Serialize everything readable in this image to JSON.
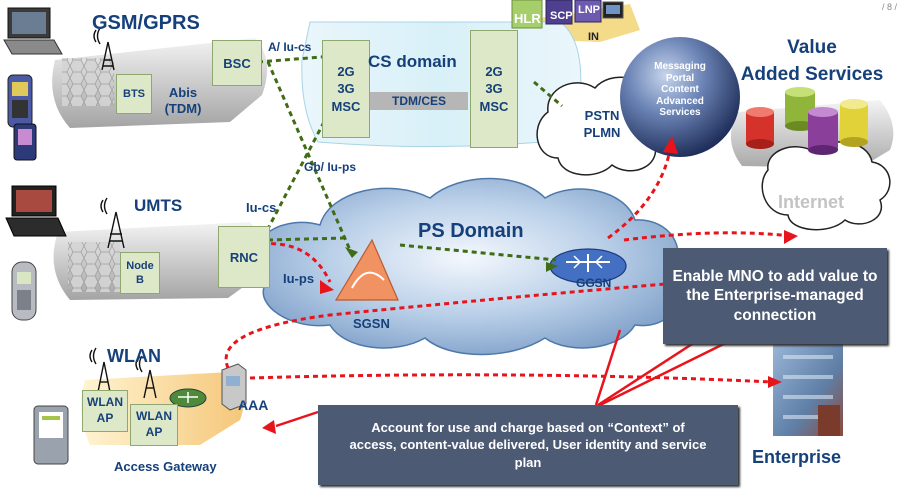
{
  "corner_text": "/ 8 /",
  "access": {
    "gsm": {
      "title": "GSM/GPRS",
      "bts": "BTS",
      "abis": "Abis\n(TDM)",
      "bsc": "BSC"
    },
    "umts": {
      "title": "UMTS",
      "nodeb": "Node\nB",
      "rnc": "RNC"
    },
    "wlan": {
      "title": "WLAN",
      "ap1": "WLAN\nAP",
      "ap2": "WLAN\nAP",
      "aaa": "AAA",
      "gateway": "Access Gateway"
    }
  },
  "interfaces": {
    "a_iu_cs": "A/ Iu-cs",
    "gb_iu_ps": "Gb/ Iu-ps",
    "iu_cs": "Iu-cs",
    "iu_ps": "Iu-ps"
  },
  "cs_domain": {
    "title": "CS domain",
    "msc_left": "2G\n3G\nMSC",
    "msc_right": "2G\n3G\nMSC",
    "tdm_ces": "TDM/CES"
  },
  "ps_domain": {
    "title": "PS Domain",
    "sgsn": "SGSN",
    "ggsn": "GGSN"
  },
  "pstn": "PSTN\nPLMN",
  "internet": "Internet",
  "hlr_cluster": {
    "hlr": "HLR",
    "scp": "SCP",
    "lnp": "LNP",
    "in": "IN"
  },
  "vas": {
    "title": "Value\nAdded Services",
    "sphere": "Messaging\nPortal\nContent\nAdvanced\nServices"
  },
  "enterprise": "Enterprise",
  "callouts": {
    "mno": "Enable MNO to add value to the Enterprise-managed connection",
    "account": "Account for use and charge based on “Context” of access, content-value delivered, User identity and service plan"
  },
  "colors": {
    "red": "#e8141c",
    "green": "#3f6c14",
    "callout": "#4d5a74",
    "box": "#dde8c8",
    "boxborder": "#8fa870",
    "title": "#16407a"
  }
}
